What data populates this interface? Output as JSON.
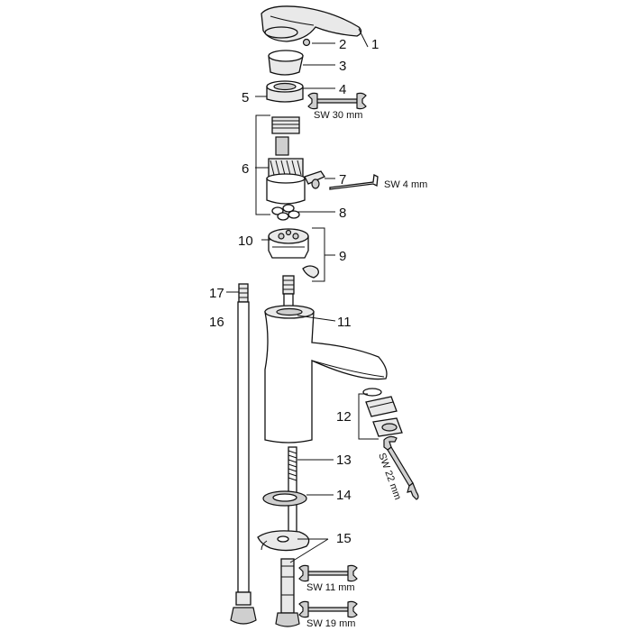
{
  "diagram": {
    "part_numbers": {
      "p1": "1",
      "p2": "2",
      "p3": "3",
      "p4": "4",
      "p5": "5",
      "p6": "6",
      "p7": "7",
      "p8": "8",
      "p9": "9",
      "p10": "10",
      "p11": "11",
      "p12": "12",
      "p13": "13",
      "p14": "14",
      "p15": "15",
      "p16": "16",
      "p17": "17"
    },
    "wrench_sizes": {
      "sw30": "SW 30 mm",
      "sw4": "SW 4 mm",
      "sw22": "SW 22 mm",
      "sw11": "SW 11 mm",
      "sw19": "SW 19 mm"
    }
  }
}
